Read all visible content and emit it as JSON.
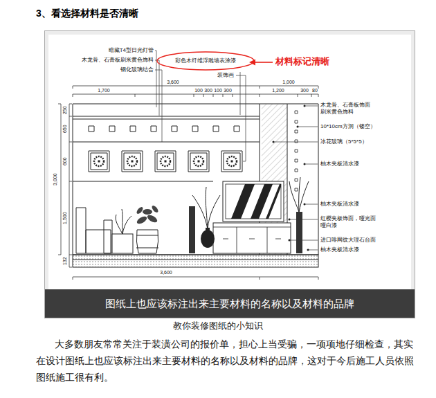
{
  "diagram": {
    "title": "3、看选择材料是否清晰",
    "caption": "教你装修图纸的小知识",
    "nodes": [
      {
        "text": [
          "图纸上也应该标注出来主要材料的名称以及材料的品牌"
        ]
      },
      {
        "text": [
          "彩色木纤维浮雕墙表涂漆"
        ]
      }
    ],
    "labels": [
      "暗藏T4型日光灯管",
      "木龙骨、石膏板刷米黄色饰料",
      "钢化玻璃结合",
      "装饰画",
      "材料标记清晰",
      "3,600",
      "1,000",
      "1,700",
      "100",
      "300",
      "100",
      "300",
      "1,200",
      "300",
      "80",
      "250",
      "650",
      "600",
      "3,000",
      "1,500",
      "132",
      "3,600",
      "木龙骨、石膏板饰面 刷米黄色饰料",
      "10*10cm方洞（镂空）",
      "冰花玻璃（5*5*5）",
      "柚木夹板清水漆",
      "柚木夹板清水漆",
      "红樱夹板饰面，哑光面 哑白漆",
      "进口啡网纹大理石台面",
      "柚木夹板清水漆",
      "大多数朋友常常关注于装潢公司的报价单，担心上当受骗，一项项地仔细检查，其实在设计图纸上也应该标注出来主要材料的名称以及材料的品牌，这对于今后施工人员依照图纸施工很有利。"
    ]
  }
}
